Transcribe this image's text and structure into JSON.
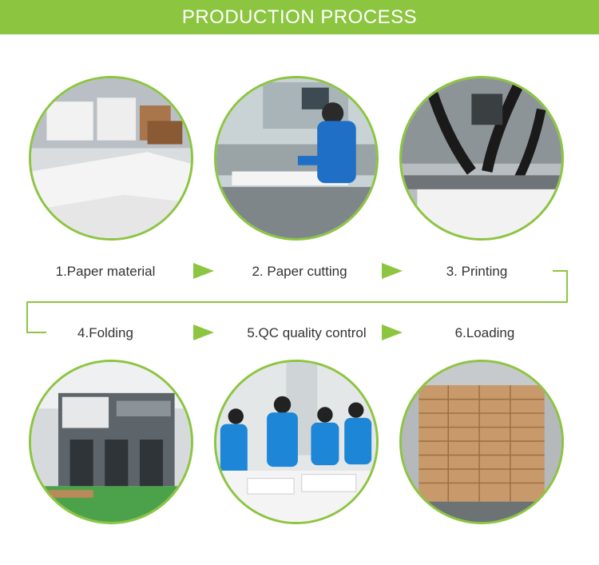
{
  "header": {
    "title": "PRODUCTION PROCESS"
  },
  "steps": [
    {
      "label": "1.Paper material"
    },
    {
      "label": "2. Paper cutting"
    },
    {
      "label": "3. Printing"
    },
    {
      "label": "4.Folding"
    },
    {
      "label": "5.QC quality control"
    },
    {
      "label": "6.Loading"
    }
  ],
  "colors": {
    "accent": "#8cc540",
    "text": "#333333"
  }
}
